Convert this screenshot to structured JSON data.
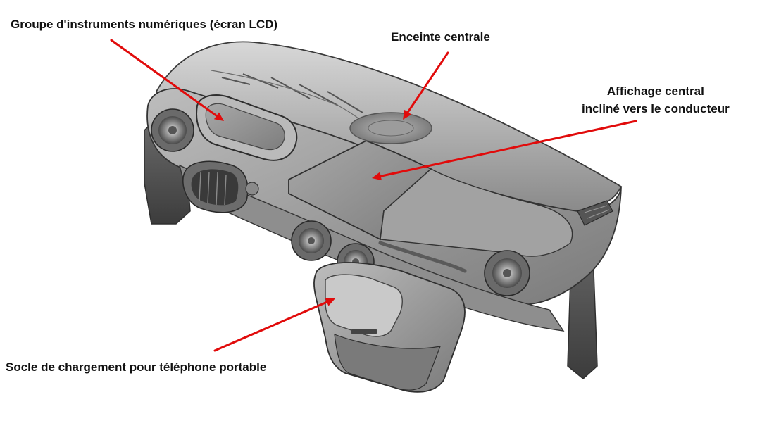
{
  "diagram": {
    "labels": {
      "instrument_cluster": "Groupe d'instruments numériques (écran LCD)",
      "central_speaker": "Enceinte centrale",
      "central_display_line1": "Affichage central",
      "central_display_line2": "incliné vers le conducteur",
      "charging_dock": "Socle de chargement pour téléphone portable"
    },
    "colors": {
      "arrow": "#e10b0b",
      "text": "#111111",
      "dashboard_body": "#8c8c8c",
      "dashboard_light": "#cfcfcf",
      "dashboard_dark": "#3a3a3a"
    }
  }
}
